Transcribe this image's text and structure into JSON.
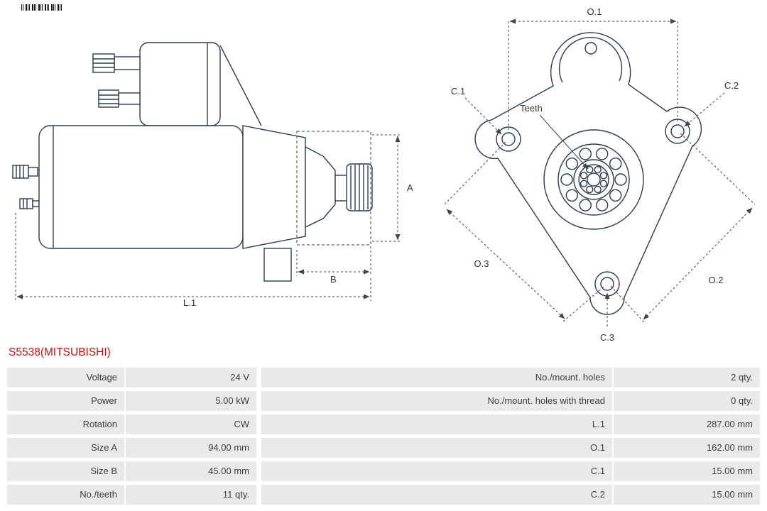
{
  "title": {
    "text": "S5538(MITSUBISHI)"
  },
  "diagrams": {
    "side_view": {
      "labels": {
        "a": "A",
        "b": "B",
        "l1": "L.1"
      }
    },
    "front_view": {
      "labels": {
        "o1": "O.1",
        "o2": "O.2",
        "o3": "O.3",
        "c1": "C.1",
        "c2": "C.2",
        "c3": "C.3",
        "teeth": "Teeth"
      }
    }
  },
  "spec_table": {
    "rows": [
      {
        "label_left": "Voltage",
        "value_left": "24 V",
        "label_right": "No./mount. holes",
        "value_right": "2 qty."
      },
      {
        "label_left": "Power",
        "value_left": "5.00 kW",
        "label_right": "No./mount. holes with thread",
        "value_right": "0 qty."
      },
      {
        "label_left": "Rotation",
        "value_left": "CW",
        "label_right": "L.1",
        "value_right": "287.00 mm"
      },
      {
        "label_left": "Size A",
        "value_left": "94.00 mm",
        "label_right": "O.1",
        "value_right": "162.00 mm"
      },
      {
        "label_left": "Size B",
        "value_left": "45.00 mm",
        "label_right": "C.1",
        "value_right": "15.00 mm"
      },
      {
        "label_left": "No./teeth",
        "value_left": "11 qty.",
        "label_right": "C.2",
        "value_right": "15.00 mm"
      }
    ]
  },
  "colors": {
    "accent_red": "#cc1111",
    "cell_bg": "#e9e9e9",
    "drawing_line": "#2a3b4d",
    "dim_line": "#444444"
  }
}
